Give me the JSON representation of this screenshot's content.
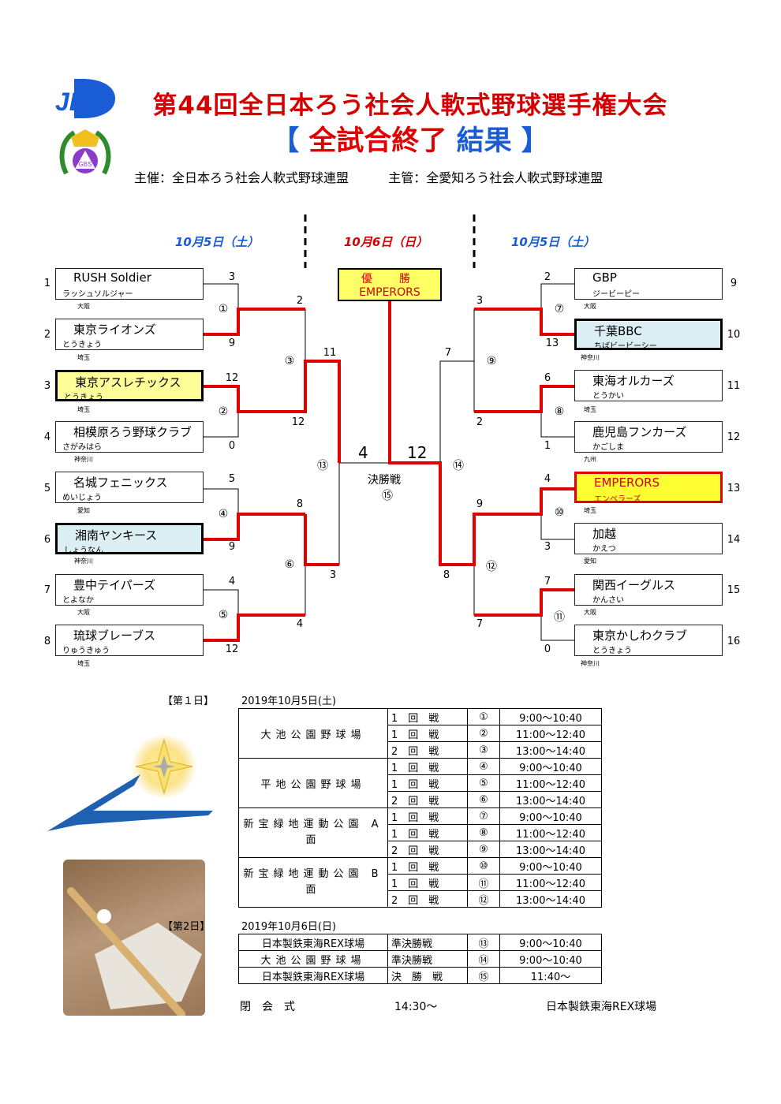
{
  "header": {
    "logo_text": "JBL",
    "emblem_text": "GBS",
    "title": "第44回全日本ろう社会人軟式野球選手権大会",
    "status_open": "【",
    "status_part1": "全試合終了",
    "status_part2": "結果",
    "status_close": "】",
    "organizer": "主催：全日本ろう社会人軟式野球連盟",
    "manager": "主管：全愛知ろう社会人軟式野球連盟"
  },
  "dates": {
    "left": "10月5日（土）",
    "center": "10月6日（日）",
    "right": "10月5日（土）"
  },
  "champion": {
    "label": "優　勝",
    "team": "EMPERORS"
  },
  "final": {
    "label": "決勝戦",
    "no": "⑮",
    "left_score": "4",
    "right_score": "12"
  },
  "teams": [
    {
      "seed": "1",
      "name": "RUSH Soldier",
      "kana": "ラッシュソルジャー",
      "pref": "大阪"
    },
    {
      "seed": "2",
      "name": "東京ライオンズ",
      "kana": "とうきょう",
      "pref": "埼玉"
    },
    {
      "seed": "3",
      "name": "東京アスレチックス",
      "kana": "とうきょう",
      "pref": "埼玉"
    },
    {
      "seed": "4",
      "name": "相模原ろう野球クラブ",
      "kana": "さがみはら",
      "pref": "神奈川"
    },
    {
      "seed": "5",
      "name": "名城フェニックス",
      "kana": "めいじょう",
      "pref": "愛知"
    },
    {
      "seed": "6",
      "name": "湘南ヤンキース",
      "kana": "しょうなん",
      "pref": "神奈川"
    },
    {
      "seed": "7",
      "name": "豊中テイパーズ",
      "kana": "とよなか",
      "pref": "大阪"
    },
    {
      "seed": "8",
      "name": "琉球ブレーブス",
      "kana": "りゅうきゅう",
      "pref": "埼玉"
    },
    {
      "seed": "9",
      "name": "GBP",
      "kana": "ジービーピー",
      "pref": "大阪"
    },
    {
      "seed": "10",
      "name": "千葉BBC",
      "kana": "ちばビービーシー",
      "pref": "神奈川"
    },
    {
      "seed": "11",
      "name": "東海オルカーズ",
      "kana": "とうかい",
      "pref": "埼玉"
    },
    {
      "seed": "12",
      "name": "鹿児島フンカーズ",
      "kana": "かごしま",
      "pref": "九州"
    },
    {
      "seed": "13",
      "name": "EMPERORS",
      "kana": "エンペラーズ",
      "pref": "埼玉"
    },
    {
      "seed": "14",
      "name": "加越",
      "kana": "かえつ",
      "pref": "愛知"
    },
    {
      "seed": "15",
      "name": "関西イーグルス",
      "kana": "かんさい",
      "pref": "大阪"
    },
    {
      "seed": "16",
      "name": "東京かしわクラブ",
      "kana": "とうきょう",
      "pref": "神奈川"
    }
  ],
  "round1_scores": [
    "3",
    "9",
    "12",
    "0",
    "5",
    "9",
    "4",
    "12",
    "2",
    "13",
    "6",
    "1",
    "4",
    "3",
    "7",
    "0"
  ],
  "round2_scores": [
    "2",
    "12",
    "8",
    "4",
    "3",
    "2",
    "9",
    "7"
  ],
  "semi_scores": [
    "11",
    "3",
    "7",
    "8"
  ],
  "match_nos": [
    "①",
    "②",
    "③",
    "④",
    "⑤",
    "⑥",
    "⑦",
    "⑧",
    "⑨",
    "⑩",
    "⑪",
    "⑫",
    "⑬",
    "⑭"
  ],
  "schedule": {
    "day1_label": "【第１日】",
    "day1_date": "2019年10月5日(土)",
    "day1": [
      {
        "venue": "大池公園野球場",
        "rows": [
          [
            "1　回　戦",
            "①",
            "9:00～10:40"
          ],
          [
            "1　回　戦",
            "②",
            "11:00～12:40"
          ],
          [
            "2　回　戦",
            "③",
            "13:00～14:40"
          ]
        ]
      },
      {
        "venue": "平地公園野球場",
        "rows": [
          [
            "1　回　戦",
            "④",
            "9:00～10:40"
          ],
          [
            "1　回　戦",
            "⑤",
            "11:00～12:40"
          ],
          [
            "2　回　戦",
            "⑥",
            "13:00～14:40"
          ]
        ]
      },
      {
        "venue": "新宝緑地運動公園 A 面",
        "rows": [
          [
            "1　回　戦",
            "⑦",
            "9:00～10:40"
          ],
          [
            "1　回　戦",
            "⑧",
            "11:00～12:40"
          ],
          [
            "2　回　戦",
            "⑨",
            "13:00～14:40"
          ]
        ]
      },
      {
        "venue": "新宝緑地運動公園 B 面",
        "rows": [
          [
            "1　回　戦",
            "⑩",
            "9:00～10:40"
          ],
          [
            "1　回　戦",
            "⑪",
            "11:00～12:40"
          ],
          [
            "2　回　戦",
            "⑫",
            "13:00～14:40"
          ]
        ]
      }
    ],
    "day2_label": "【第2日】",
    "day2_date": "2019年10月6日(日)",
    "day2": [
      [
        "日本製鉄東海REX球場",
        "準決勝戦",
        "⑬",
        "9:00～10:40"
      ],
      [
        "大池公園野球場",
        "準決勝戦",
        "⑭",
        "9:00～10:40"
      ],
      [
        "日本製鉄東海REX球場",
        "決　勝　戦",
        "⑮",
        "11:40～"
      ]
    ],
    "closing_label": "閉　会　式",
    "closing_time": "14:30～",
    "closing_venue": "日本製鉄東海REX球場"
  },
  "colors": {
    "title_red": "#d40000",
    "date_blue": "#1a5cd6",
    "winner_line": "#e00000",
    "highlight_yellow": "#ffff99",
    "highlight_blue": "#dbeef4"
  }
}
